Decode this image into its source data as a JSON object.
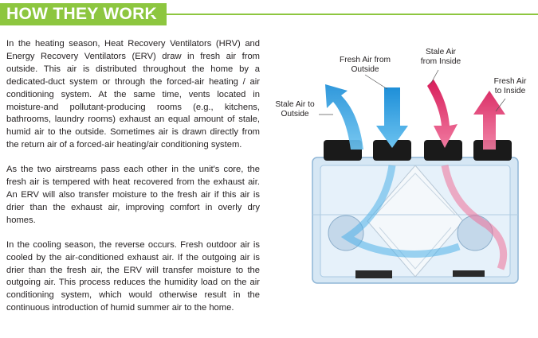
{
  "heading": {
    "title": "HOW THEY WORK"
  },
  "paragraphs": [
    "In the heating season, Heat Recovery Ventilators (HRV) and Energy Recovery Ventilators (ERV) draw in fresh air from outside. This air is distributed throughout the home by a dedicated-duct system or through the forced-air heating / air conditioning system. At the same time, vents located in moisture-and pollutant-producing rooms (e.g., kitchens, bathrooms, laundry rooms) exhaust an equal amount of stale, humid air to the outside. Sometimes air is drawn directly from the return air of a forced-air heating/air conditioning system.",
    "As the two airstreams pass each other in the unit's core, the fresh air is tempered with heat recovered from the exhaust air. An ERV will also transfer moisture to the fresh air if this air is drier than the exhaust air, improving comfort in overly dry homes.",
    "In the cooling season, the reverse occurs. Fresh outdoor air is cooled by the air-conditioned exhaust air. If the outgoing air is drier than the fresh air, the ERV will transfer moisture to the outgoing air. This process reduces the humidity load on the air conditioning system, which would otherwise result in the continuous introduction of humid summer air to the home."
  ],
  "diagram": {
    "labels": {
      "fresh_from_outside": "Fresh Air from\nOutside",
      "stale_from_inside": "Stale Air\nfrom Inside",
      "fresh_to_inside": "Fresh Air\nto Inside",
      "stale_to_outside": "Stale Air to\nOutside"
    },
    "colors": {
      "accent_green": "#8dc63f",
      "fresh_air": "#2a9fe0",
      "stale_air": "#e8336d",
      "unit_body": "#cfe3f2"
    }
  }
}
